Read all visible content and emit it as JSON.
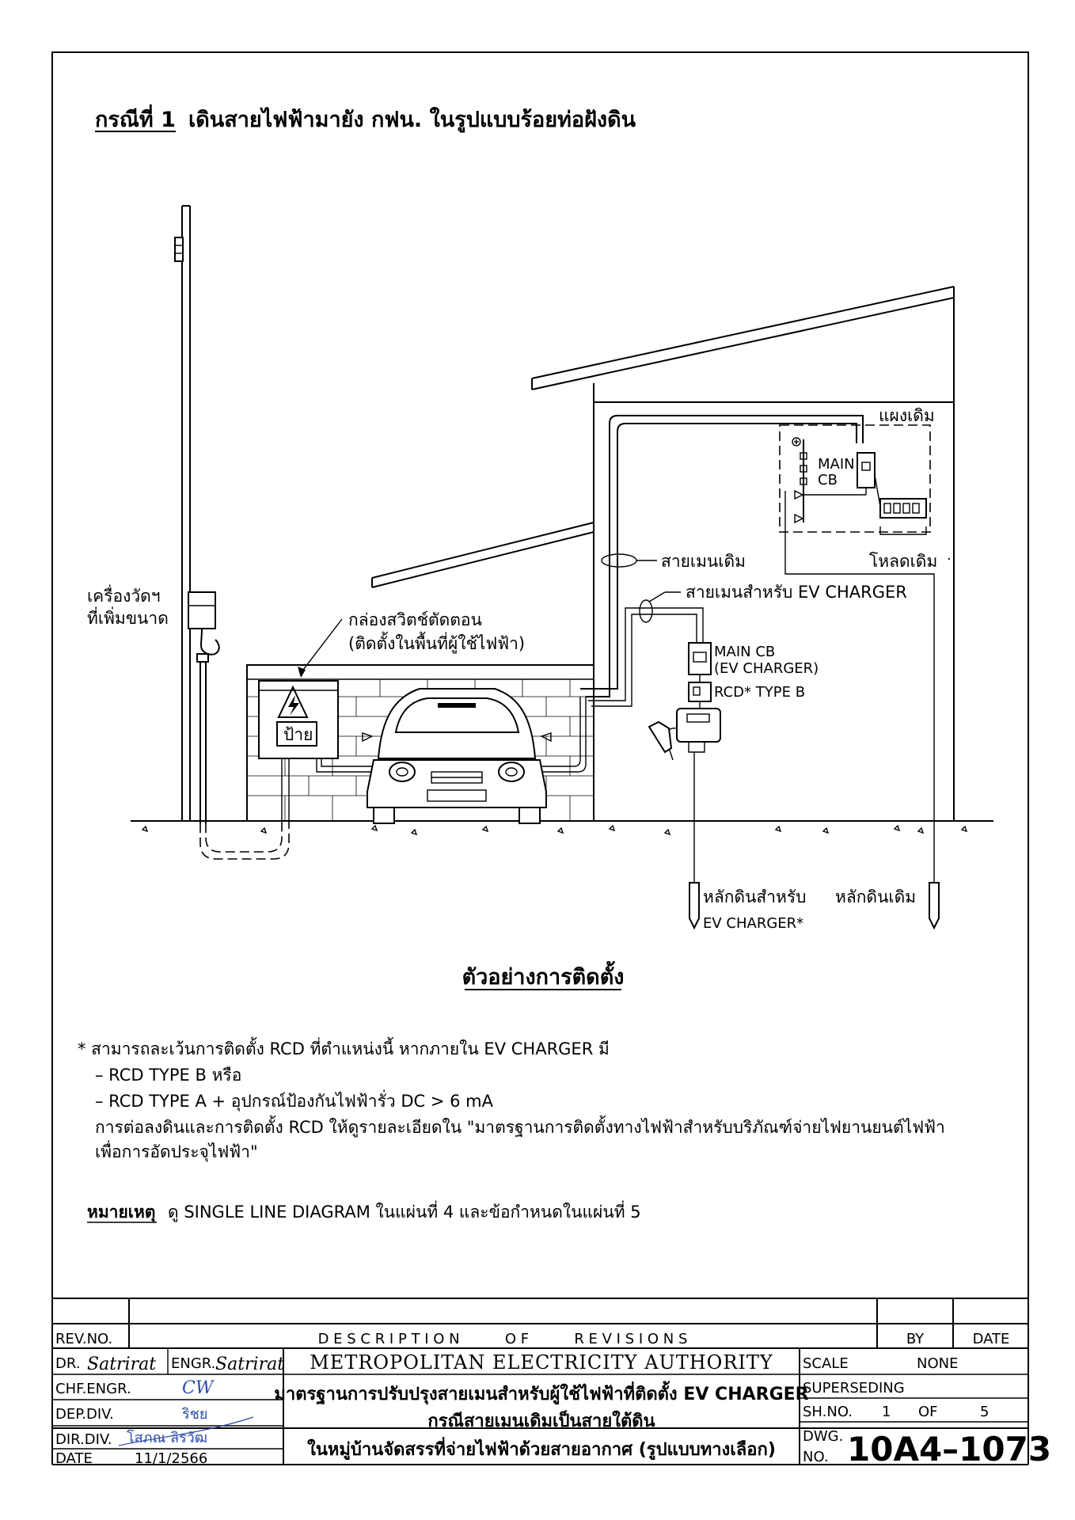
{
  "title": {
    "case_label": "กรณีที่ 1",
    "text": "เดินสายไฟฟ้ามายัง กฟน. ในรูปแบบร้อยท่อฝังดิน"
  },
  "diagram": {
    "existing_panel": "แผงเดิม",
    "main_cb_1": "MAIN",
    "main_cb_2": "CB",
    "existing_load": "โหลดเดิม",
    "existing_main_cable": "สายเมนเดิม",
    "ev_main_cable": "สายเมนสำหรับ EV CHARGER",
    "meter_1": "เครื่องวัดฯ",
    "meter_2": "ที่เพิ่มขนาด",
    "switch_box_1": "กล่องสวิตช์ตัดตอน",
    "switch_box_2": "(ติดตั้งในพื้นที่ผู้ใช้ไฟฟ้า)",
    "sign": "ป้าย",
    "ev_main_cb_1": "MAIN  CB",
    "ev_main_cb_2": "(EV  CHARGER)",
    "rcd": "RCD*  TYPE  B",
    "ground_ev_1": "หลักดินสำหรับ",
    "ground_ev_2": "EV  CHARGER*",
    "ground_existing": "หลักดินเดิม",
    "caption": "ตัวอย่างการติดตั้ง"
  },
  "notes": {
    "line1": "*  สามารถละเว้นการติดตั้ง RCD  ที่ตำแหน่งนี้  หากภายใน EV CHARGER  มี",
    "line2": "–  RCD  TYPE  B  หรือ",
    "line3": "–  RCD  TYPE  A  +  อุปกรณ์ป้องกันไฟฟ้ารั่ว DC > 6  mA",
    "line4": "การต่อลงดินและการติดตั้ง RCD  ให้ดูรายละเอียดใน \"มาตรฐานการติดตั้งทางไฟฟ้าสำหรับบริภัณฑ์จ่ายไฟยานยนต์ไฟฟ้า",
    "line5": "เพื่อการอัดประจุไฟฟ้า\"",
    "remark_label": "หมายเหตุ",
    "remark_text": "ดู SINGLE LINE DIAGRAM  ในแผ่นที่ 4  และข้อกำหนดในแผ่นที่ 5"
  },
  "title_block": {
    "rev_no": "REV.NO.",
    "description": "D E S C R I P T I O N          O F          R E V I S I O N S",
    "by": "BY",
    "date": "DATE",
    "dr": "DR.",
    "dr_sig": "Satrirat",
    "engr": "ENGR.",
    "engr_sig": "Satrirat",
    "chf_engr": "CHF.ENGR.",
    "chf_sig": "CW",
    "dep_div": "DEP.DIV.",
    "dep_sig": "ริชย",
    "dir_div": "DIR.DIV.",
    "dir_sig": "โสภณ  ลิรวัฒ",
    "date_label": "DATE",
    "date_value": "11/1/2566",
    "authority": "METROPOLITAN  ELECTRICITY  AUTHORITY",
    "desc_1": "มาตรฐานการปรับปรุงสายเมนสำหรับผู้ใช้ไฟฟ้าที่ติดตั้ง EV CHARGER",
    "desc_2": "กรณีสายเมนเดิมเป็นสายใต้ดิน",
    "desc_3": "ในหมู่บ้านจัดสรรที่จ่ายไฟฟ้าด้วยสายอากาศ (รูปแบบทางเลือก)",
    "scale_label": "SCALE",
    "scale_value": "NONE",
    "superseding": "SUPERSEDING",
    "sh_no": "SH.NO.",
    "sheet": "1",
    "of": "OF",
    "total": "5",
    "dwg_1": "DWG.",
    "dwg_2": "NO.",
    "dwg_value": "10A4–1073"
  }
}
